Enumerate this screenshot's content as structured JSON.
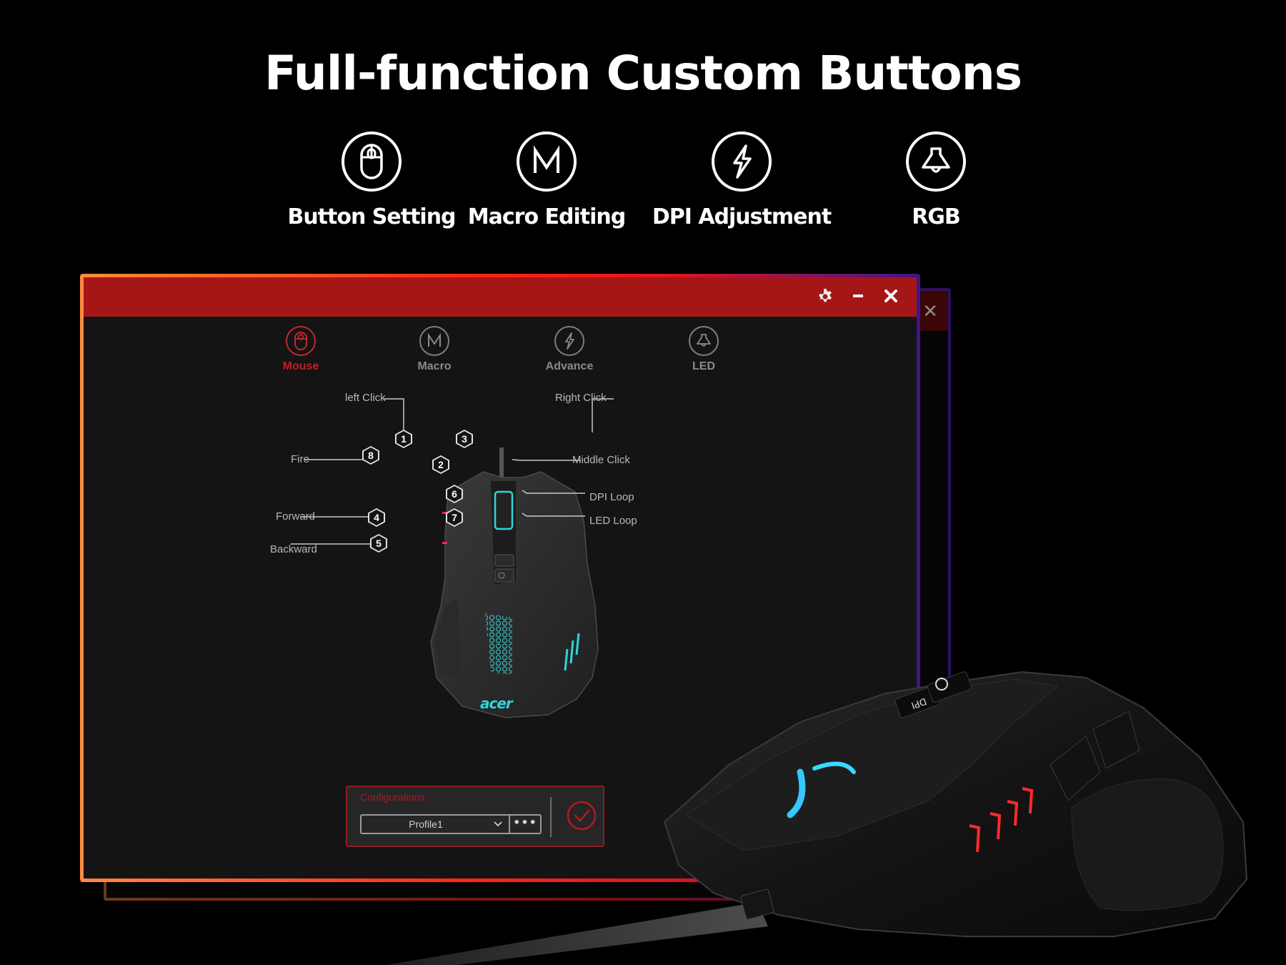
{
  "headline": "Full-function Custom Buttons",
  "features": [
    {
      "label": "Button Setting",
      "icon": "mouse-icon"
    },
    {
      "label": "Macro Editing",
      "icon": "macro-m-icon"
    },
    {
      "label": "DPI Adjustment",
      "icon": "lightning-icon"
    },
    {
      "label": "RGB",
      "icon": "lamp-icon"
    }
  ],
  "window": {
    "controls": {
      "settings": "gear-icon",
      "minimize": "minimize-icon",
      "close": "close-icon"
    },
    "back_window_close": "close-icon",
    "tabs": [
      {
        "label": "Mouse",
        "icon": "mouse-icon",
        "active": true
      },
      {
        "label": "Macro",
        "icon": "macro-m-icon",
        "active": false
      },
      {
        "label": "Advance",
        "icon": "lightning-icon",
        "active": false
      },
      {
        "label": "LED",
        "icon": "lamp-icon",
        "active": false
      }
    ],
    "diagram": {
      "callouts": [
        {
          "num": "1",
          "label": "left Click"
        },
        {
          "num": "2",
          "label": "Middle Click"
        },
        {
          "num": "3",
          "label": "Right Click"
        },
        {
          "num": "4",
          "label": "Forward"
        },
        {
          "num": "5",
          "label": "Backward"
        },
        {
          "num": "6",
          "label": "DPI Loop"
        },
        {
          "num": "7",
          "label": "LED Loop"
        },
        {
          "num": "8",
          "label": "Fire"
        }
      ],
      "brand": "acer"
    },
    "configurations": {
      "title": "Configurations",
      "profile_value": "Profile1",
      "more_label": "•••"
    }
  },
  "colors": {
    "accent_red": "#a51616",
    "active_tab": "#c21e22",
    "led_cyan": "#2fd6dc",
    "border_orange": "#ff8a3d",
    "border_purple": "#3b1688"
  }
}
